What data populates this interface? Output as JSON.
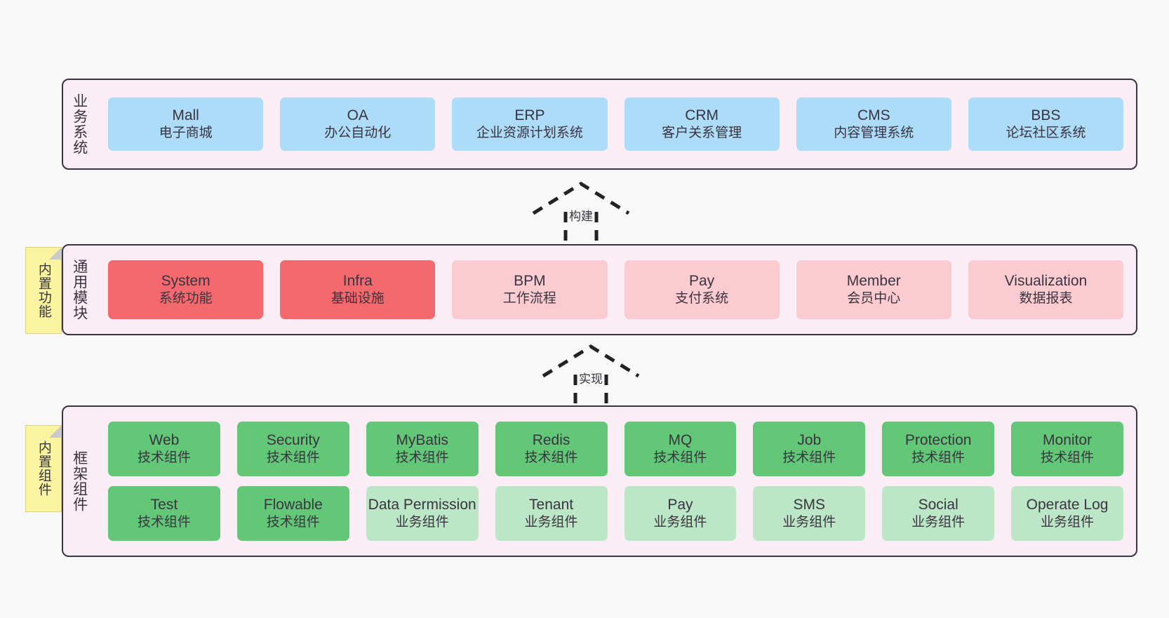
{
  "colors": {
    "canvas_bg": "#F8F8F8",
    "band_bg": "#FAEDF5",
    "band_border": "#3A3340",
    "blue": "#ADDCF8",
    "red": "#F4696E",
    "pink": "#FBCBD2",
    "green": "#62C878",
    "light_green": "#BCE7C6",
    "note_yellow": "#FAF4A0",
    "text": "#3A3340"
  },
  "bands": [
    {
      "id": "business",
      "label": "业务系统",
      "rows": [
        [
          {
            "t1": "Mall",
            "t2": "电子商城",
            "color": "blue"
          },
          {
            "t1": "OA",
            "t2": "办公自动化",
            "color": "blue"
          },
          {
            "t1": "ERP",
            "t2": "企业资源计划系统",
            "color": "blue"
          },
          {
            "t1": "CRM",
            "t2": "客户关系管理",
            "color": "blue"
          },
          {
            "t1": "CMS",
            "t2": "内容管理系统",
            "color": "blue"
          },
          {
            "t1": "BBS",
            "t2": "论坛社区系统",
            "color": "blue"
          }
        ]
      ]
    },
    {
      "id": "common",
      "label": "通用模块",
      "rows": [
        [
          {
            "t1": "System",
            "t2": "系统功能",
            "color": "red"
          },
          {
            "t1": "Infra",
            "t2": "基础设施",
            "color": "red"
          },
          {
            "t1": "BPM",
            "t2": "工作流程",
            "color": "pink"
          },
          {
            "t1": "Pay",
            "t2": "支付系统",
            "color": "pink"
          },
          {
            "t1": "Member",
            "t2": "会员中心",
            "color": "pink"
          },
          {
            "t1": "Visualization",
            "t2": "数据报表",
            "color": "pink"
          }
        ]
      ]
    },
    {
      "id": "framework",
      "label": "框架组件",
      "rows": [
        [
          {
            "t1": "Web",
            "t2": "技术组件",
            "color": "green"
          },
          {
            "t1": "Security",
            "t2": "技术组件",
            "color": "green"
          },
          {
            "t1": "MyBatis",
            "t2": "技术组件",
            "color": "green"
          },
          {
            "t1": "Redis",
            "t2": "技术组件",
            "color": "green"
          },
          {
            "t1": "MQ",
            "t2": "技术组件",
            "color": "green"
          },
          {
            "t1": "Job",
            "t2": "技术组件",
            "color": "green"
          },
          {
            "t1": "Protection",
            "t2": "技术组件",
            "color": "green"
          },
          {
            "t1": "Monitor",
            "t2": "技术组件",
            "color": "green"
          }
        ],
        [
          {
            "t1": "Test",
            "t2": "技术组件",
            "color": "green"
          },
          {
            "t1": "Flowable",
            "t2": "技术组件",
            "color": "green"
          },
          {
            "t1": "Data Permission",
            "t2": "业务组件",
            "color": "light_green"
          },
          {
            "t1": "Tenant",
            "t2": "业务组件",
            "color": "light_green"
          },
          {
            "t1": "Pay",
            "t2": "业务组件",
            "color": "light_green"
          },
          {
            "t1": "SMS",
            "t2": "业务组件",
            "color": "light_green"
          },
          {
            "t1": "Social",
            "t2": "业务组件",
            "color": "light_green"
          },
          {
            "t1": "Operate Log",
            "t2": "业务组件",
            "color": "light_green"
          }
        ]
      ]
    }
  ],
  "notes": [
    {
      "id": "builtin-function",
      "label": "内置功能"
    },
    {
      "id": "builtin-component",
      "label": "内置组件"
    }
  ],
  "arrows": [
    {
      "id": "build",
      "label": "构建"
    },
    {
      "id": "impl",
      "label": "实现"
    }
  ]
}
